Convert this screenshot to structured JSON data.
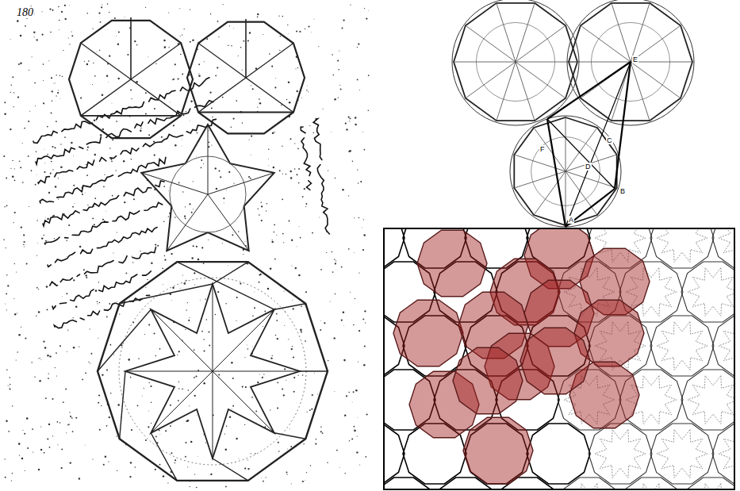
{
  "diagram": {
    "labels": [
      "180",
      "E",
      "F",
      "C",
      "D",
      "B",
      "A"
    ]
  }
}
